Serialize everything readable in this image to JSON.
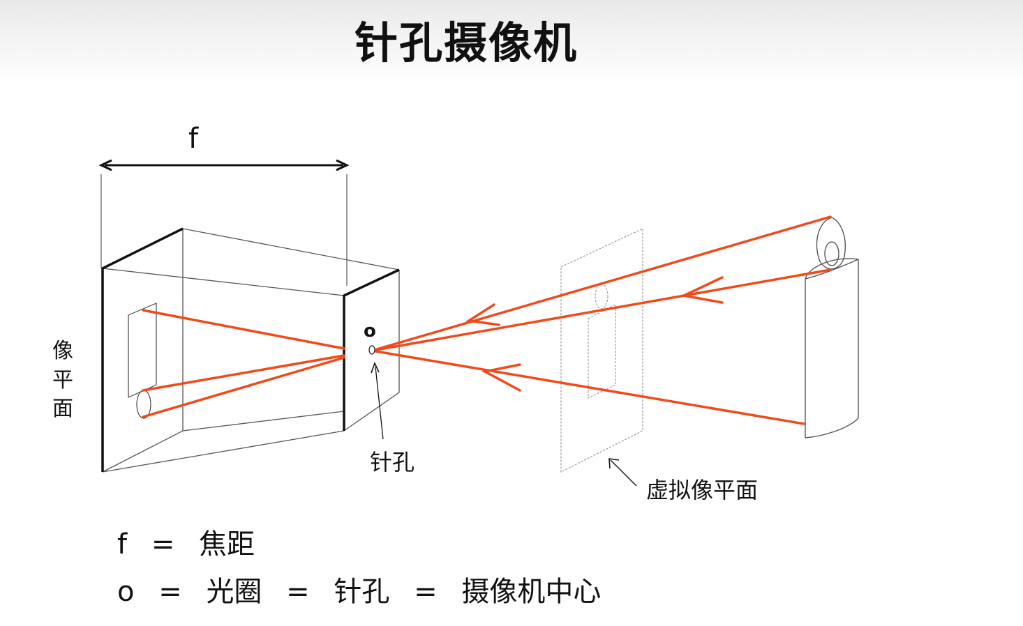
{
  "slide": {
    "title": "针孔摄像机"
  },
  "diagram": {
    "focal_label": "f",
    "center_label": "o",
    "image_plane_label": [
      "像",
      "平",
      "面"
    ],
    "pinhole_label": "针孔",
    "virtual_plane_label": "虚拟像平面",
    "colors": {
      "ray": "#f04a1c",
      "outline": "#111111",
      "thin_line": "#555555",
      "virtual_plane": "#999999"
    }
  },
  "legend": {
    "line1": {
      "term": "f",
      "eq": "=",
      "meaning": "焦距"
    },
    "line2": {
      "term": "o",
      "eq1": "=",
      "alias1": "光圈",
      "eq2": "=",
      "alias2": "针孔",
      "eq3": "=",
      "alias3": "摄像机中心"
    }
  }
}
